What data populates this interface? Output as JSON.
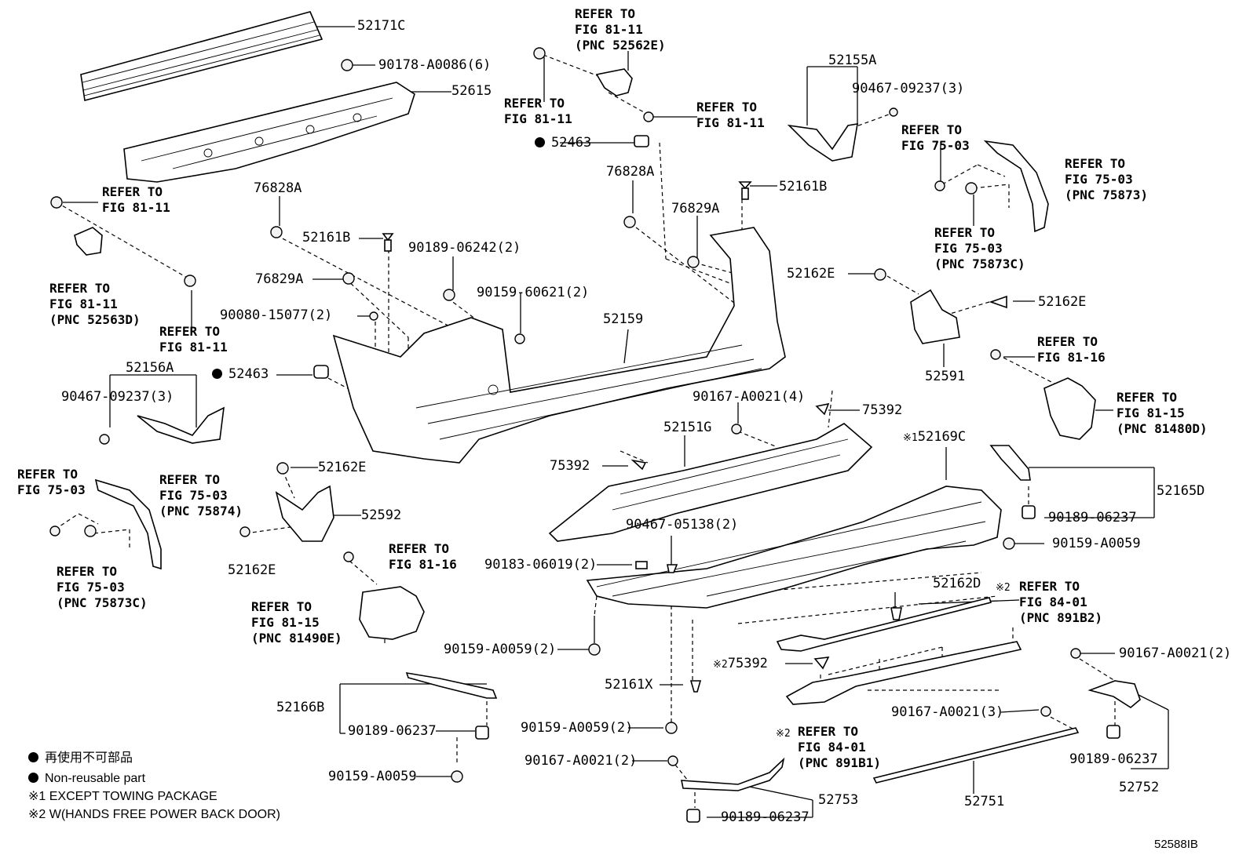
{
  "diagram": {
    "figure_id": "52588IB",
    "legend": {
      "non_reusable_jp": "再使用不可部品",
      "non_reusable_en": "Non-reusable part",
      "note1": "※1 EXCEPT TOWING PACKAGE",
      "note2": "※2 W(HANDS FREE POWER BACK DOOR)"
    },
    "parts": [
      {
        "id": "p1",
        "text": "52171C"
      },
      {
        "id": "p2",
        "text": "90178-A0086(6)"
      },
      {
        "id": "p3",
        "text": "52615"
      },
      {
        "id": "p4",
        "text": "52463"
      },
      {
        "id": "p5",
        "text": "52155A"
      },
      {
        "id": "p6",
        "text": "90467-09237(3)"
      },
      {
        "id": "p7",
        "text": "76828A"
      },
      {
        "id": "p8",
        "text": "76828A"
      },
      {
        "id": "p9",
        "text": "52161B"
      },
      {
        "id": "p10",
        "text": "76829A"
      },
      {
        "id": "p11",
        "text": "52161B"
      },
      {
        "id": "p12",
        "text": "90189-06242(2)"
      },
      {
        "id": "p13",
        "text": "76829A"
      },
      {
        "id": "p14",
        "text": "90159-60621(2)"
      },
      {
        "id": "p15",
        "text": "52162E"
      },
      {
        "id": "p16",
        "text": "52162E"
      },
      {
        "id": "p17",
        "text": "90080-15077(2)"
      },
      {
        "id": "p18",
        "text": "52159"
      },
      {
        "id": "p19",
        "text": "52591"
      },
      {
        "id": "p20",
        "text": "52156A"
      },
      {
        "id": "p21",
        "text": "52463"
      },
      {
        "id": "p22",
        "text": "90467-09237(3)"
      },
      {
        "id": "p23",
        "text": "90167-A0021(4)"
      },
      {
        "id": "p24",
        "text": "75392"
      },
      {
        "id": "p25",
        "text": "52151G"
      },
      {
        "id": "p26",
        "text": "52169C"
      },
      {
        "id": "p27",
        "text": "52165D"
      },
      {
        "id": "p28",
        "text": "52162E"
      },
      {
        "id": "p29",
        "text": "75392"
      },
      {
        "id": "p30",
        "text": "52592"
      },
      {
        "id": "p31",
        "text": "90189-06237"
      },
      {
        "id": "p32",
        "text": "90159-A0059"
      },
      {
        "id": "p33",
        "text": "90467-05138(2)"
      },
      {
        "id": "p34",
        "text": "52162E"
      },
      {
        "id": "p35",
        "text": "90183-06019(2)"
      },
      {
        "id": "p36",
        "text": "52162D"
      },
      {
        "id": "p37",
        "text": "90159-A0059(2)"
      },
      {
        "id": "p38",
        "text": "75392"
      },
      {
        "id": "p39",
        "text": "52161X"
      },
      {
        "id": "p40",
        "text": "90167-A0021(2)"
      },
      {
        "id": "p41",
        "text": "52166B"
      },
      {
        "id": "p42",
        "text": "90189-06237"
      },
      {
        "id": "p43",
        "text": "90167-A0021(3)"
      },
      {
        "id": "p44",
        "text": "90159-A0059(2)"
      },
      {
        "id": "p45",
        "text": "90189-06237"
      },
      {
        "id": "p46",
        "text": "90159-A0059"
      },
      {
        "id": "p47",
        "text": "90167-A0021(2)"
      },
      {
        "id": "p48",
        "text": "52753"
      },
      {
        "id": "p49",
        "text": "52751"
      },
      {
        "id": "p50",
        "text": "52752"
      },
      {
        "id": "p51",
        "text": "90189-06237"
      },
      {
        "id": "p52",
        "text": "※1"
      },
      {
        "id": "p53",
        "text": "※2"
      },
      {
        "id": "p54",
        "text": "※2"
      },
      {
        "id": "p55",
        "text": "※2"
      }
    ],
    "references": [
      {
        "id": "r1",
        "text": "REFER TO\nFIG 81-11\n(PNC 52562E)"
      },
      {
        "id": "r2",
        "text": "REFER TO\nFIG 81-11"
      },
      {
        "id": "r3",
        "text": "REFER TO\nFIG 81-11"
      },
      {
        "id": "r4",
        "text": "REFER TO\nFIG 81-11"
      },
      {
        "id": "r5",
        "text": "REFER TO\nFIG 81-11\n(PNC 52563D)"
      },
      {
        "id": "r6",
        "text": "REFER TO\nFIG 81-11"
      },
      {
        "id": "r7",
        "text": "REFER TO\nFIG 75-03"
      },
      {
        "id": "r8",
        "text": "REFER TO\nFIG 75-03\n(PNC 75873)"
      },
      {
        "id": "r9",
        "text": "REFER TO\nFIG 75-03\n(PNC 75873C)"
      },
      {
        "id": "r10",
        "text": "REFER TO\nFIG 81-16"
      },
      {
        "id": "r11",
        "text": "REFER TO\nFIG 81-15\n(PNC 81480D)"
      },
      {
        "id": "r12",
        "text": "REFER TO\nFIG 75-03"
      },
      {
        "id": "r13",
        "text": "REFER TO\nFIG 75-03\n(PNC 75874)"
      },
      {
        "id": "r14",
        "text": "REFER TO\nFIG 75-03\n(PNC 75873C)"
      },
      {
        "id": "r15",
        "text": "REFER TO\nFIG 81-16"
      },
      {
        "id": "r16",
        "text": "REFER TO\nFIG 81-15\n(PNC 81490E)"
      },
      {
        "id": "r17",
        "text": "REFER TO\nFIG 84-01\n(PNC 891B2)"
      },
      {
        "id": "r18",
        "text": "REFER TO\nFIG 84-01\n(PNC 891B1)"
      }
    ]
  }
}
